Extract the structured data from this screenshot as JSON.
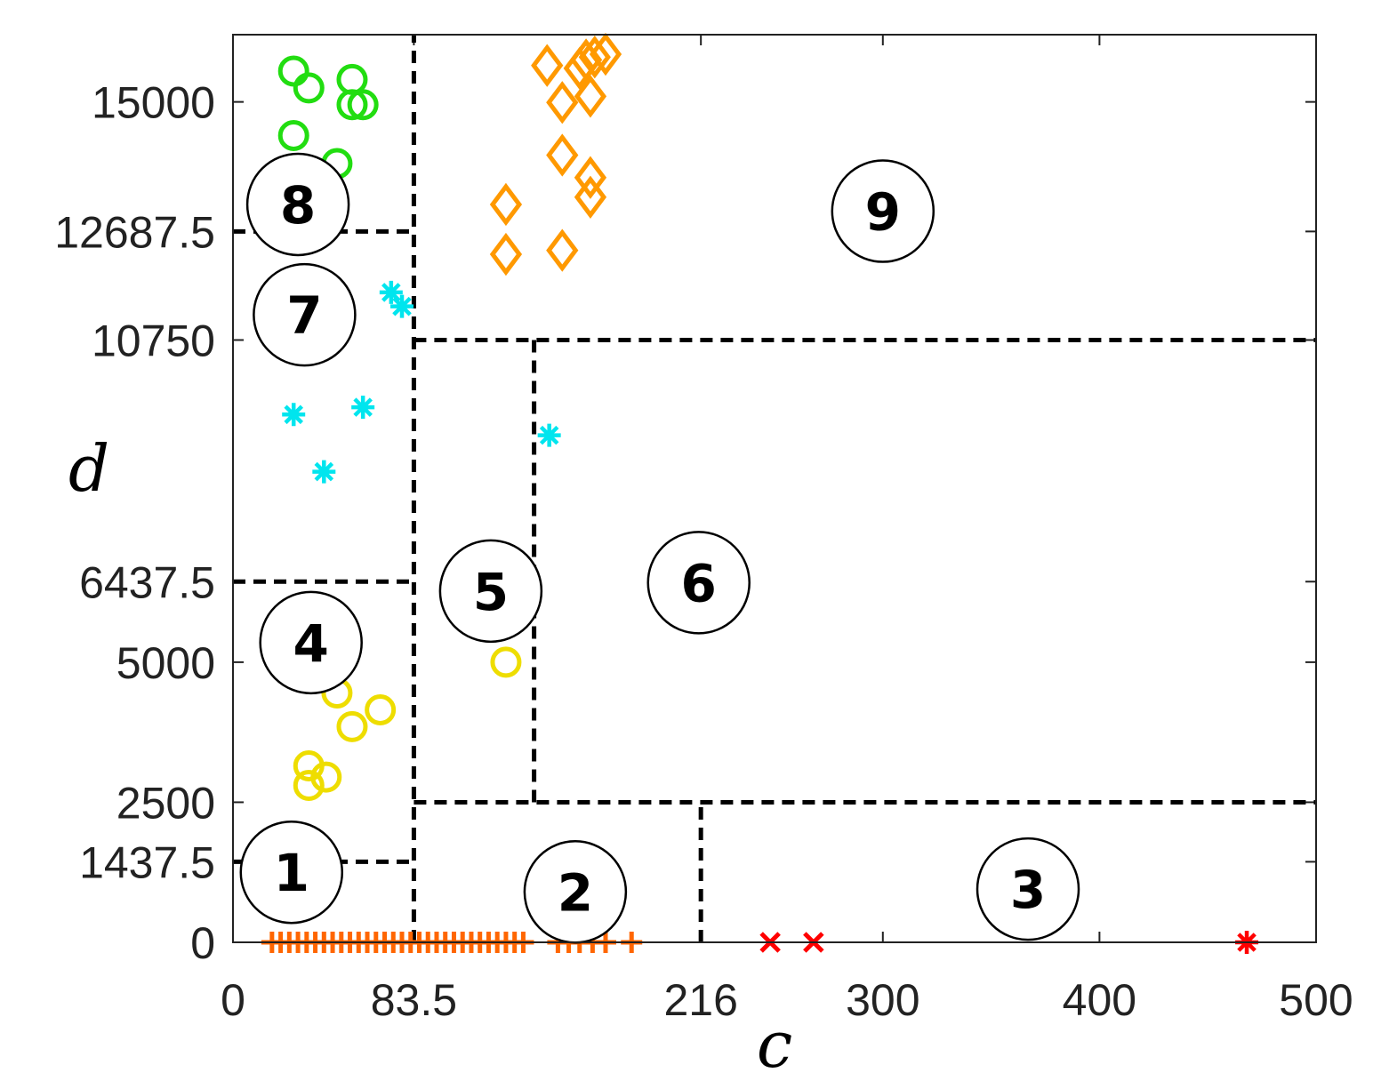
{
  "chart_data": {
    "type": "scatter",
    "xlabel": "c",
    "ylabel": "d",
    "xlim": [
      0,
      500
    ],
    "ylim": [
      0,
      16200
    ],
    "x_ticks": [
      {
        "value": 0,
        "label": "0"
      },
      {
        "value": 83.5,
        "label": "83.5"
      },
      {
        "value": 216,
        "label": "216"
      },
      {
        "value": 300,
        "label": "300"
      },
      {
        "value": 400,
        "label": "400"
      },
      {
        "value": 500,
        "label": "500"
      }
    ],
    "y_ticks": [
      {
        "value": 0,
        "label": "0"
      },
      {
        "value": 1437.5,
        "label": "1437.5"
      },
      {
        "value": 2500,
        "label": "2500"
      },
      {
        "value": 5000,
        "label": "5000"
      },
      {
        "value": 6437.5,
        "label": "6437.5"
      },
      {
        "value": 10750,
        "label": "10750"
      },
      {
        "value": 12687.5,
        "label": "12687.5"
      },
      {
        "value": 15000,
        "label": "15000"
      }
    ],
    "boundaries": [
      {
        "x1": 83.5,
        "y1": 0,
        "x2": 83.5,
        "y2": 16200
      },
      {
        "x1": 0,
        "y1": 1437.5,
        "x2": 83.5,
        "y2": 1437.5
      },
      {
        "x1": 0,
        "y1": 6437.5,
        "x2": 83.5,
        "y2": 6437.5
      },
      {
        "x1": 0,
        "y1": 12687.5,
        "x2": 83.5,
        "y2": 12687.5
      },
      {
        "x1": 83.5,
        "y1": 2500,
        "x2": 500,
        "y2": 2500
      },
      {
        "x1": 83.5,
        "y1": 10750,
        "x2": 500,
        "y2": 10750
      },
      {
        "x1": 139,
        "y1": 2500,
        "x2": 139,
        "y2": 10750
      },
      {
        "x1": 216,
        "y1": 0,
        "x2": 216,
        "y2": 2500
      }
    ],
    "regions": [
      {
        "label": "1",
        "x": 27,
        "y": 1250
      },
      {
        "label": "2",
        "x": 158,
        "y": 900
      },
      {
        "label": "3",
        "x": 367,
        "y": 950
      },
      {
        "label": "4",
        "x": 36,
        "y": 5350
      },
      {
        "label": "5",
        "x": 119,
        "y": 6270
      },
      {
        "label": "6",
        "x": 215,
        "y": 6420
      },
      {
        "label": "7",
        "x": 33,
        "y": 11200
      },
      {
        "label": "8",
        "x": 30,
        "y": 13170
      },
      {
        "label": "9",
        "x": 300,
        "y": 13050
      }
    ],
    "series": [
      {
        "marker": "circle",
        "color": "#22dd11",
        "points": [
          [
            28,
            15550
          ],
          [
            35,
            15250
          ],
          [
            55,
            15400
          ],
          [
            55,
            14950
          ],
          [
            60,
            14950
          ],
          [
            28,
            14400
          ],
          [
            48,
            13900
          ],
          [
            27,
            13200
          ]
        ]
      },
      {
        "marker": "diamond",
        "color": "#ff9900",
        "points": [
          [
            145,
            15650
          ],
          [
            160,
            15600
          ],
          [
            163,
            15750
          ],
          [
            167,
            15800
          ],
          [
            172,
            15850
          ],
          [
            152,
            14990
          ],
          [
            165,
            15100
          ],
          [
            152,
            14050
          ],
          [
            165,
            13650
          ],
          [
            165,
            13300
          ],
          [
            126,
            13170
          ],
          [
            126,
            12280
          ],
          [
            152,
            12350
          ]
        ]
      },
      {
        "marker": "asterisk",
        "color": "#00e5ee",
        "points": [
          [
            73,
            11600
          ],
          [
            78,
            11350
          ],
          [
            28,
            9420
          ],
          [
            60,
            9550
          ],
          [
            42,
            8400
          ],
          [
            146,
            9050
          ]
        ]
      },
      {
        "marker": "circle",
        "color": "#eedd00",
        "points": [
          [
            126,
            5000
          ],
          [
            48,
            4450
          ],
          [
            68,
            4150
          ],
          [
            55,
            3850
          ],
          [
            35,
            3150
          ],
          [
            35,
            2800
          ],
          [
            43,
            2950
          ]
        ]
      },
      {
        "marker": "plus",
        "color": "#ff6600",
        "points": [
          [
            18,
            0
          ],
          [
            22,
            0
          ],
          [
            26,
            0
          ],
          [
            30,
            0
          ],
          [
            34,
            0
          ],
          [
            38,
            0
          ],
          [
            42,
            0
          ],
          [
            46,
            0
          ],
          [
            50,
            0
          ],
          [
            54,
            0
          ],
          [
            58,
            0
          ],
          [
            62,
            0
          ],
          [
            66,
            0
          ],
          [
            70,
            0
          ],
          [
            74,
            0
          ],
          [
            78,
            0
          ],
          [
            82,
            0
          ],
          [
            86,
            0
          ],
          [
            90,
            0
          ],
          [
            94,
            0
          ],
          [
            98,
            0
          ],
          [
            102,
            0
          ],
          [
            106,
            0
          ],
          [
            110,
            0
          ],
          [
            114,
            0
          ],
          [
            118,
            0
          ],
          [
            122,
            0
          ],
          [
            126,
            0
          ],
          [
            130,
            0
          ],
          [
            134,
            0
          ],
          [
            150,
            0
          ],
          [
            155,
            0
          ],
          [
            160,
            0
          ],
          [
            166,
            0
          ],
          [
            172,
            0
          ],
          [
            184,
            0
          ]
        ]
      },
      {
        "marker": "x",
        "color": "#ff0000",
        "points": [
          [
            248,
            0
          ],
          [
            268,
            0
          ]
        ]
      },
      {
        "marker": "asterisk",
        "color": "#ff0000",
        "points": [
          [
            468,
            0
          ]
        ]
      }
    ]
  }
}
